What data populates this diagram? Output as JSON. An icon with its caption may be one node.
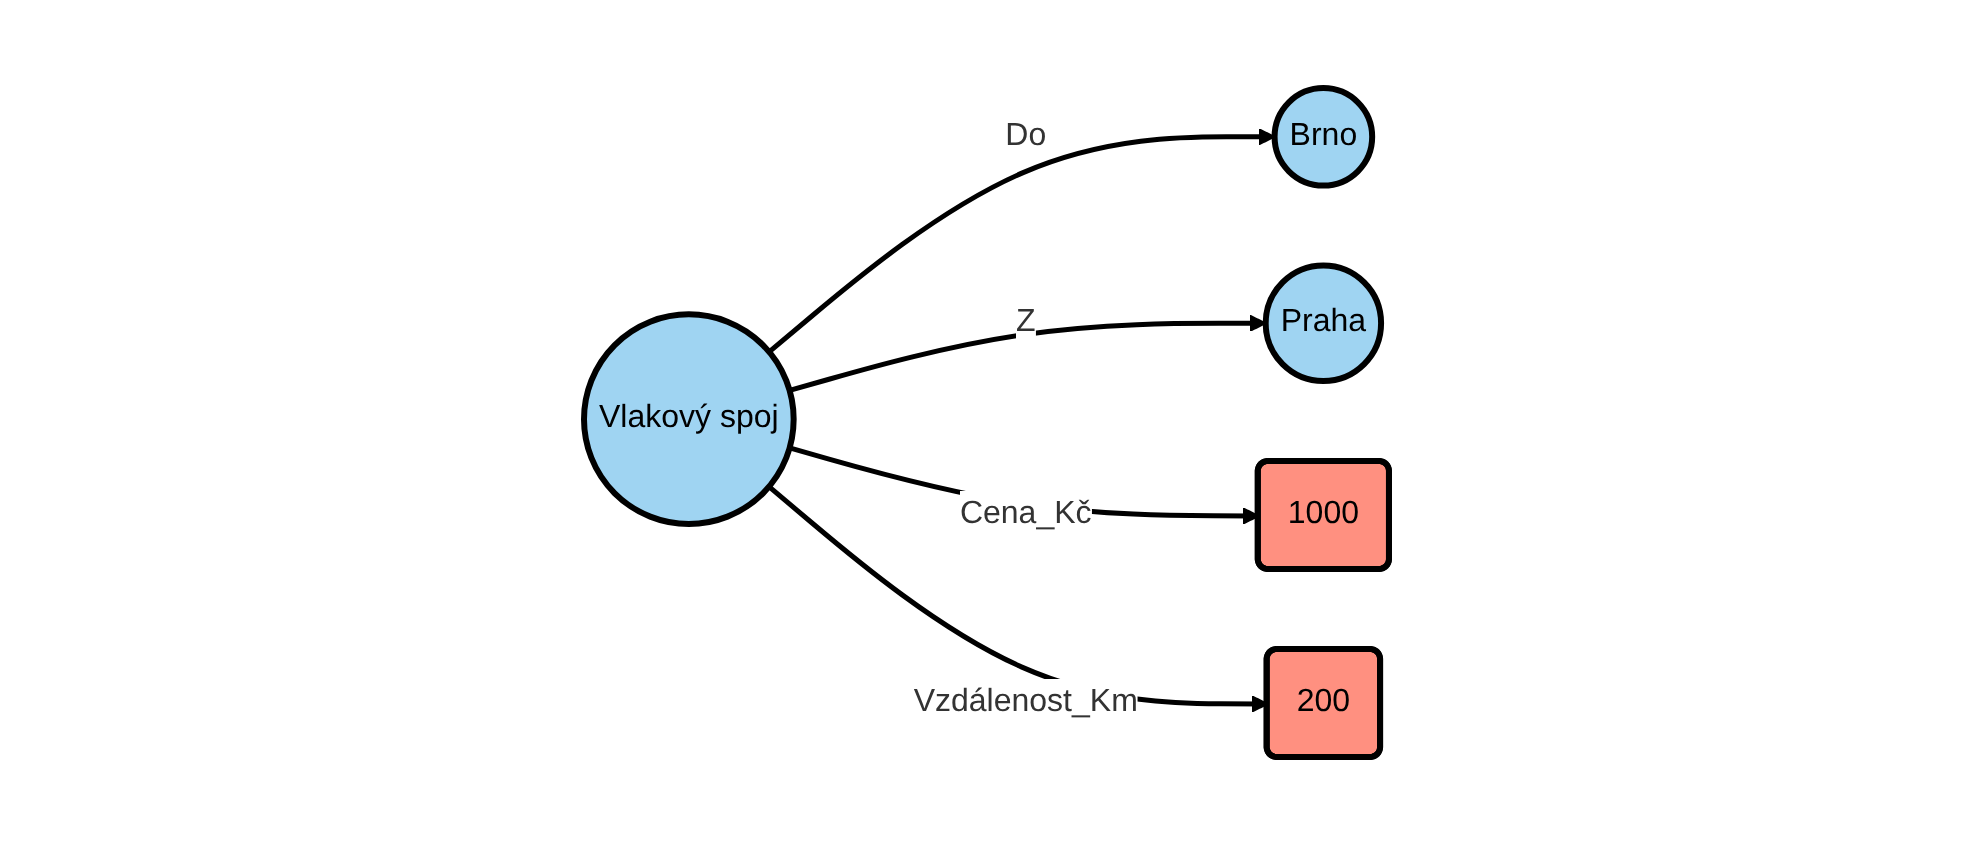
{
  "diagram": {
    "nodes": [
      {
        "text": [
          "Brno"
        ]
      },
      {
        "text": [
          "Praha"
        ]
      },
      {
        "text": [
          "Vlakový spoj"
        ]
      },
      {
        "text": [
          "1000"
        ]
      },
      {
        "text": [
          "200"
        ]
      }
    ],
    "edges": [
      {
        "from": 2,
        "to": 0,
        "arrow": "to",
        "label": "Do"
      },
      {
        "from": 2,
        "to": 1,
        "arrow": "to",
        "label": "Z"
      },
      {
        "from": 2,
        "to": 3,
        "arrow": "to",
        "label": "Cena_Kč"
      },
      {
        "from": 2,
        "to": 4,
        "arrow": "to",
        "label": "Vzdálenost_Km"
      }
    ]
  }
}
